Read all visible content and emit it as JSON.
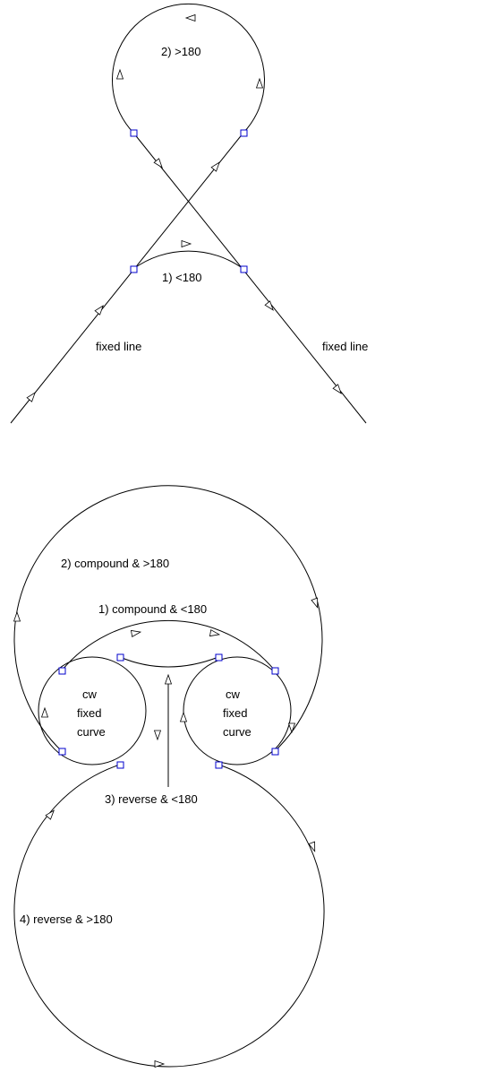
{
  "colors": {
    "line": "#000000",
    "handle": "#0000cc",
    "background": "#ffffff"
  },
  "top_diagram": {
    "label_large_arc": "2) >180",
    "label_small_arc": "1) <180",
    "label_fixed_line_left": "fixed line",
    "label_fixed_line_right": "fixed line"
  },
  "bottom_diagram": {
    "label_compound_large": "2) compound & >180",
    "label_compound_small": "1) compound & <180",
    "label_reverse_small": "3) reverse & <180",
    "label_reverse_large": "4) reverse & >180",
    "left_curve": {
      "line1": "cw",
      "line2": "fixed",
      "line3": "curve"
    },
    "right_curve": {
      "line1": "cw",
      "line2": "fixed",
      "line3": "curve"
    }
  }
}
